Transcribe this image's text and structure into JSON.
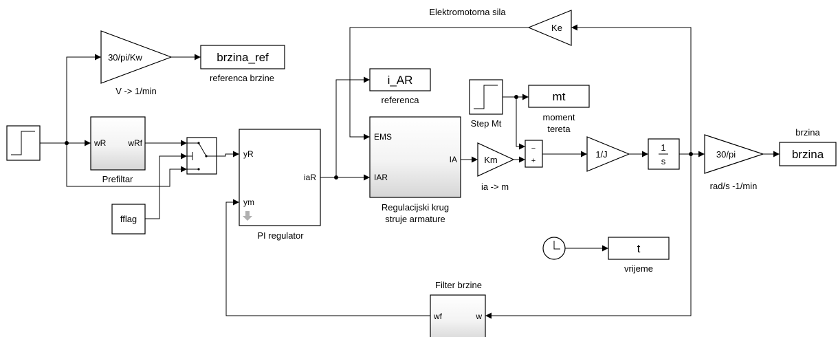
{
  "colors": {
    "line": "#000000",
    "block_fill": "#ffffff",
    "block_gradient_end": "#d9d9d9",
    "port_icon": "#b0b0b0"
  },
  "blocks": {
    "gain_kw": {
      "text": "30/pi/Kw",
      "caption": "V -> 1/min"
    },
    "brzina_ref": {
      "text": "brzina_ref",
      "caption": "referenca brzine"
    },
    "i_ar": {
      "text": "i_AR",
      "caption": "referenca"
    },
    "ke": {
      "text": "Ke",
      "caption": "Elektromotorna sila"
    },
    "step_mt": {
      "caption": "Step Mt"
    },
    "mt": {
      "text": "mt",
      "caption_line1": "moment",
      "caption_line2": "tereta"
    },
    "prefiltar": {
      "in_port": "wR",
      "out_port": "wRf",
      "caption": "Prefiltar"
    },
    "fflag": {
      "text": "fflag"
    },
    "pi_regulator": {
      "in1": "yR",
      "in2": "ym",
      "out": "iaR",
      "caption": "PI regulator"
    },
    "reg_krug": {
      "in1": "EMS",
      "in2": "IAR",
      "out": "IA",
      "caption_line1": "Regulacijski krug",
      "caption_line2": "struje armature"
    },
    "km": {
      "text": "Km",
      "caption": "ia -> m"
    },
    "sum": {
      "sign_top": "−",
      "sign_left": "+"
    },
    "inv_j": {
      "text": "1/J"
    },
    "integrator": {
      "num": "1",
      "den": "s"
    },
    "gain_30pi": {
      "text": "30/pi",
      "caption": "rad/s -1/min"
    },
    "brzina": {
      "text": "brzina",
      "caption": "brzina"
    },
    "t_out": {
      "text": "t",
      "caption": "vrijeme"
    },
    "filter_brzine": {
      "in_port": "w",
      "out_port": "wf",
      "caption": "Filter brzine"
    }
  }
}
